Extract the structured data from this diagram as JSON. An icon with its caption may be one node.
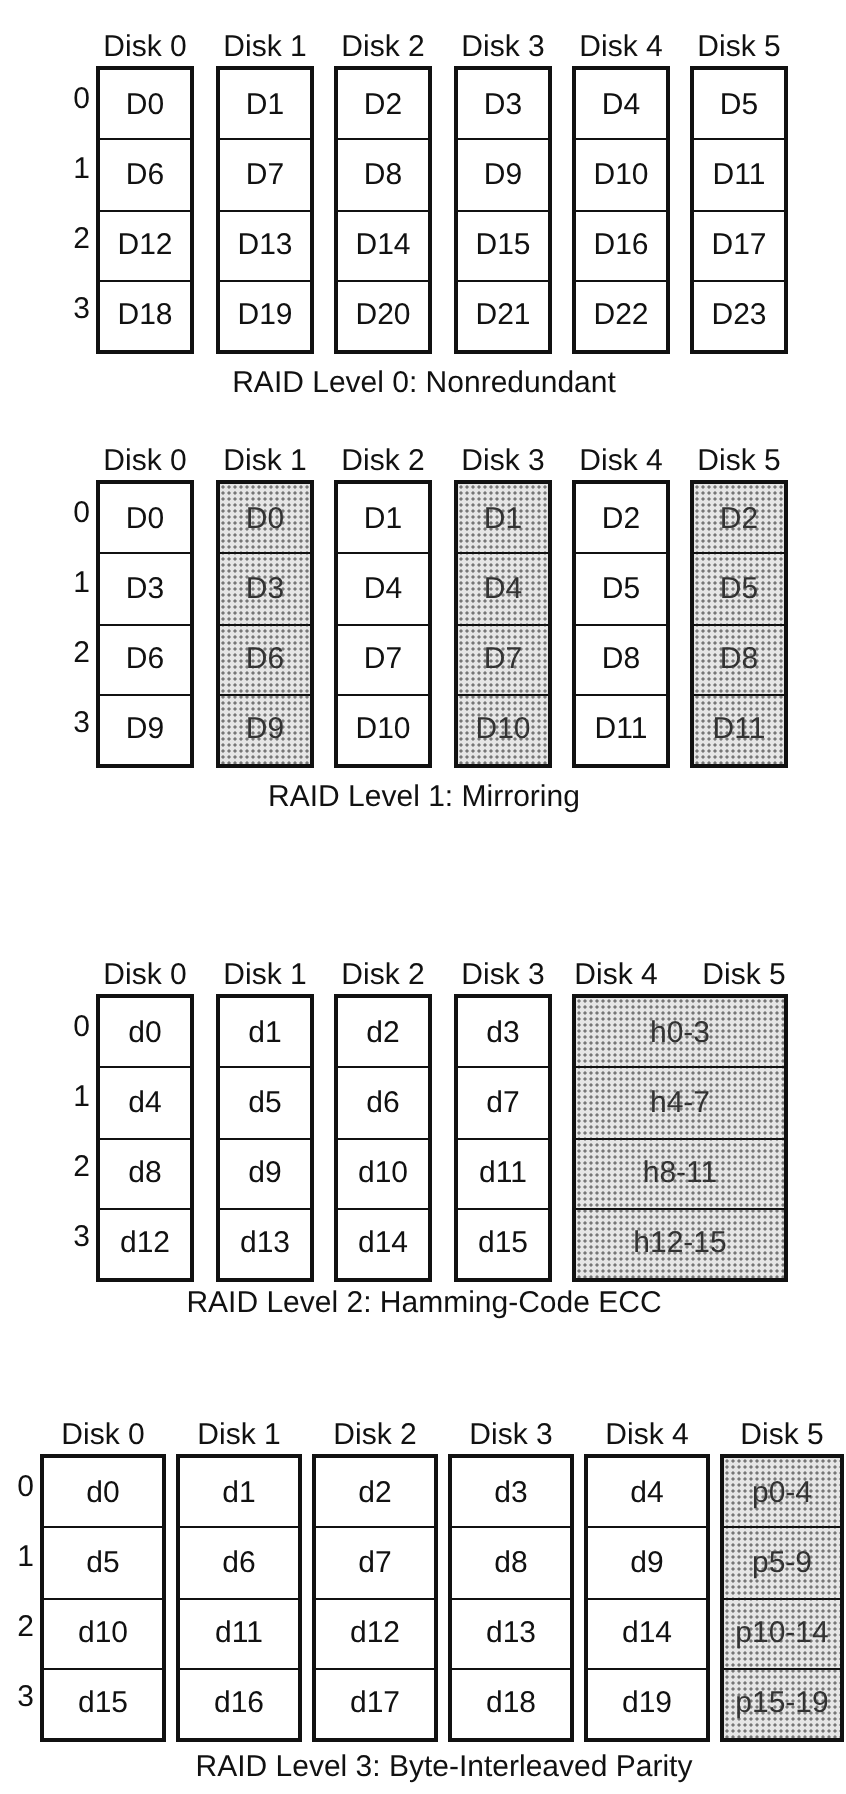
{
  "diagram": {
    "nodes": [
      {
        "text": [
          "Disk 0"
        ]
      },
      {
        "text": [
          "D0"
        ],
        "in": 0
      },
      {
        "text": [
          "D6"
        ],
        "in": 0
      },
      {
        "text": [
          "D12"
        ],
        "in": 0
      },
      {
        "text": [
          "D18"
        ],
        "in": 0
      },
      {
        "text": [
          "Disk 1"
        ]
      },
      {
        "text": [
          "D1"
        ],
        "in": 5
      },
      {
        "text": [
          "D7"
        ],
        "in": 5
      },
      {
        "text": [
          "D13"
        ],
        "in": 5
      },
      {
        "text": [
          "D19"
        ],
        "in": 5
      },
      {
        "text": [
          "Disk 2"
        ]
      },
      {
        "text": [
          "D2"
        ],
        "in": 10
      },
      {
        "text": [
          "D8"
        ],
        "in": 10
      },
      {
        "text": [
          "D14"
        ],
        "in": 10
      },
      {
        "text": [
          "D20"
        ],
        "in": 10
      },
      {
        "text": [
          "Disk 3"
        ]
      },
      {
        "text": [
          "D3"
        ],
        "in": 15
      },
      {
        "text": [
          "D9"
        ],
        "in": 15
      },
      {
        "text": [
          "D15"
        ],
        "in": 15
      },
      {
        "text": [
          "D21"
        ],
        "in": 15
      },
      {
        "text": [
          "Disk 4"
        ]
      },
      {
        "text": [
          "D4"
        ],
        "in": 20
      },
      {
        "text": [
          "D10"
        ],
        "in": 20
      },
      {
        "text": [
          "D16"
        ],
        "in": 20
      },
      {
        "text": [
          "D22"
        ],
        "in": 20
      },
      {
        "text": [
          "Disk 5"
        ]
      },
      {
        "text": [
          "D5"
        ],
        "in": 25
      },
      {
        "text": [
          "D11"
        ],
        "in": 25
      },
      {
        "text": [
          "D17"
        ],
        "in": 25
      },
      {
        "text": [
          "D23"
        ],
        "in": 25
      },
      {
        "text": [
          "Disk 0"
        ]
      },
      {
        "text": [
          "D0"
        ],
        "in": 30
      },
      {
        "text": [
          "D3"
        ],
        "in": 30
      },
      {
        "text": [
          "D6"
        ],
        "in": 30
      },
      {
        "text": [
          "D9"
        ],
        "in": 30
      },
      {
        "text": [
          "Disk 1"
        ]
      },
      {
        "text": [
          "D0"
        ],
        "in": 35
      },
      {
        "text": [
          "D3"
        ],
        "in": 35
      },
      {
        "text": [
          "D6"
        ],
        "in": 35
      },
      {
        "text": [
          "D9"
        ],
        "in": 35
      },
      {
        "text": [
          "Disk 2"
        ]
      },
      {
        "text": [
          "D1"
        ],
        "in": 40
      },
      {
        "text": [
          "D4"
        ],
        "in": 40
      },
      {
        "text": [
          "D7"
        ],
        "in": 40
      },
      {
        "text": [
          "D10"
        ],
        "in": 40
      },
      {
        "text": [
          "Disk 3"
        ]
      },
      {
        "text": [
          "D1"
        ],
        "in": 45
      },
      {
        "text": [
          "D4"
        ],
        "in": 45
      },
      {
        "text": [
          "D7"
        ],
        "in": 45
      },
      {
        "text": [
          "D10"
        ],
        "in": 45
      },
      {
        "text": [
          "Disk 4"
        ]
      },
      {
        "text": [
          "D2"
        ],
        "in": 50
      },
      {
        "text": [
          "D5"
        ],
        "in": 50
      },
      {
        "text": [
          "D8"
        ],
        "in": 50
      },
      {
        "text": [
          "D11"
        ],
        "in": 50
      },
      {
        "text": [
          "Disk 5"
        ]
      },
      {
        "text": [
          "D2"
        ],
        "in": 55
      },
      {
        "text": [
          "D5"
        ],
        "in": 55
      },
      {
        "text": [
          "D8"
        ],
        "in": 55
      },
      {
        "text": [
          "D11"
        ],
        "in": 55
      },
      {
        "text": [
          "Disk 0"
        ]
      },
      {
        "text": [
          "d0"
        ],
        "in": 60
      },
      {
        "text": [
          "d4"
        ],
        "in": 60
      },
      {
        "text": [
          "d8"
        ],
        "in": 60
      },
      {
        "text": [
          "d12"
        ],
        "in": 60
      },
      {
        "text": [
          "Disk 1"
        ]
      },
      {
        "text": [
          "d1"
        ],
        "in": 65
      },
      {
        "text": [
          "d5"
        ],
        "in": 65
      },
      {
        "text": [
          "d9"
        ],
        "in": 65
      },
      {
        "text": [
          "d13"
        ],
        "in": 65
      },
      {
        "text": [
          "Disk 2"
        ]
      },
      {
        "text": [
          "d2"
        ],
        "in": 70
      },
      {
        "text": [
          "d6"
        ],
        "in": 70
      },
      {
        "text": [
          "d10"
        ],
        "in": 70
      },
      {
        "text": [
          "d14"
        ],
        "in": 70
      },
      {
        "text": [
          "Disk 3"
        ]
      },
      {
        "text": [
          "d3"
        ],
        "in": 75
      },
      {
        "text": [
          "d7"
        ],
        "in": 75
      },
      {
        "text": [
          "d11"
        ],
        "in": 75
      },
      {
        "text": [
          "d15"
        ],
        "in": 75
      },
      {
        "text": [
          "Disk 4",
          "Disk 5"
        ]
      },
      {
        "text": [
          "h0-3"
        ],
        "in": 80
      },
      {
        "text": [
          "h4-7"
        ],
        "in": 80
      },
      {
        "text": [
          "h8-11"
        ],
        "in": 80
      },
      {
        "text": [
          "h12-15"
        ],
        "in": 80
      },
      {
        "text": [
          "Disk 0"
        ]
      },
      {
        "text": [
          "d0"
        ],
        "in": 85
      },
      {
        "text": [
          "d5"
        ],
        "in": 85
      },
      {
        "text": [
          "d10"
        ],
        "in": 85
      },
      {
        "text": [
          "d15"
        ],
        "in": 85
      },
      {
        "text": [
          "Disk 1"
        ]
      },
      {
        "text": [
          "d1"
        ],
        "in": 90
      },
      {
        "text": [
          "d6"
        ],
        "in": 90
      },
      {
        "text": [
          "d11"
        ],
        "in": 90
      },
      {
        "text": [
          "d16"
        ],
        "in": 90
      },
      {
        "text": [
          "Disk 2"
        ]
      },
      {
        "text": [
          "d2"
        ],
        "in": 95
      },
      {
        "text": [
          "d7"
        ],
        "in": 95
      },
      {
        "text": [
          "d12"
        ],
        "in": 95
      },
      {
        "text": [
          "d17"
        ],
        "in": 95
      },
      {
        "text": [
          "Disk 3"
        ]
      },
      {
        "text": [
          "d3"
        ],
        "in": 100
      },
      {
        "text": [
          "d8"
        ],
        "in": 100
      },
      {
        "text": [
          "d13"
        ],
        "in": 100
      },
      {
        "text": [
          "d18"
        ],
        "in": 100
      },
      {
        "text": [
          "Disk 4"
        ]
      },
      {
        "text": [
          "d4"
        ],
        "in": 105
      },
      {
        "text": [
          "d9"
        ],
        "in": 105
      },
      {
        "text": [
          "d14"
        ],
        "in": 105
      },
      {
        "text": [
          "d19"
        ],
        "in": 105
      },
      {
        "text": [
          "Disk 5"
        ]
      },
      {
        "text": [
          "p0-4"
        ],
        "in": 110
      },
      {
        "text": [
          "p5-9"
        ],
        "in": 110
      },
      {
        "text": [
          "p10-14"
        ],
        "in": 110
      },
      {
        "text": [
          "p15-19"
        ],
        "in": 110
      }
    ],
    "labels": [
      "0",
      "1",
      "2",
      "3",
      "RAID Level 0: Nonredundant",
      "0",
      "1",
      "2",
      "3",
      "RAID Level 1: Mirroring",
      "0",
      "1",
      "2",
      "3",
      "RAID Level 2: Hamming-Code ECC",
      "0",
      "1",
      "2",
      "3",
      "RAID Level 3: Byte-Interleaved Parity"
    ]
  }
}
